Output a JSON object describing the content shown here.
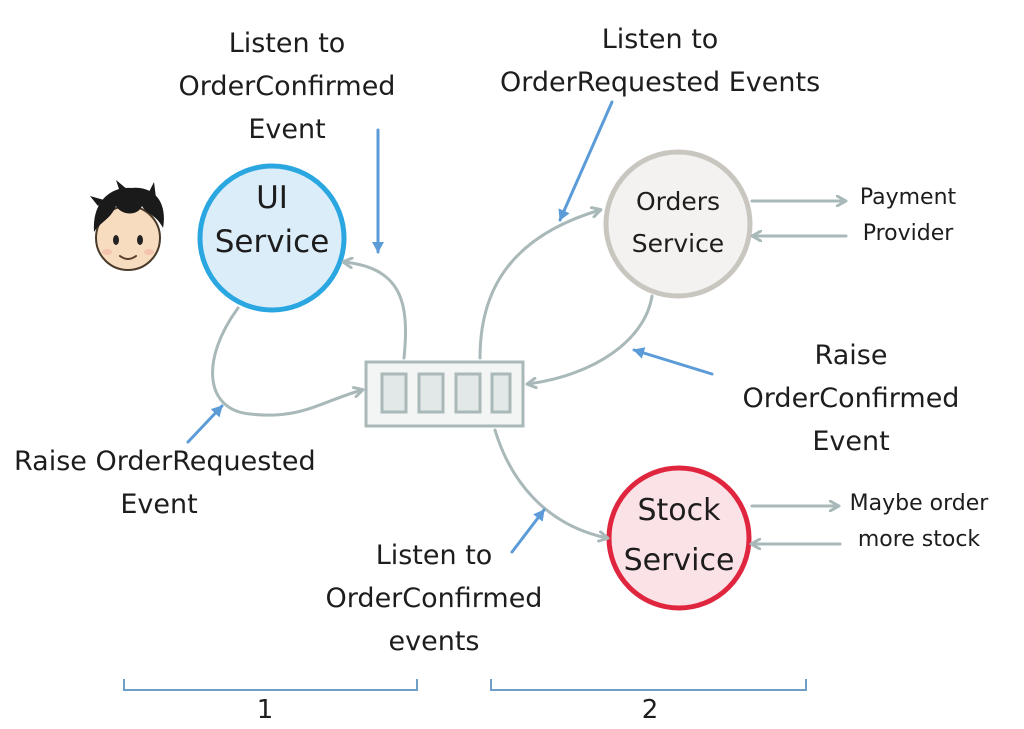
{
  "services": {
    "ui": {
      "line1": "UI",
      "line2": "Service",
      "color": "#2aa6e0",
      "fill": "#dcedfa"
    },
    "orders": {
      "line1": "Orders",
      "line2": "Service",
      "color": "#c9c6c0",
      "fill": "#f3f2f0"
    },
    "stock": {
      "line1": "Stock",
      "line2": "Service",
      "color": "#e0263f",
      "fill": "#fbe2e6"
    }
  },
  "labels": {
    "ui_listen": [
      "Listen to",
      "OrderConfirmed",
      "Event"
    ],
    "orders_listen": [
      "Listen to",
      "OrderRequested Events"
    ],
    "raise_requested": [
      "Raise OrderRequested",
      "Event"
    ],
    "raise_confirmed": [
      "Raise",
      "OrderConfirmed",
      "Event"
    ],
    "stock_listen": [
      "Listen to",
      "OrderConfirmed",
      "events"
    ],
    "payment": [
      "Payment",
      "Provider"
    ],
    "maybe_order": [
      "Maybe order",
      "more stock"
    ]
  },
  "brackets": {
    "left": "1",
    "right": "2"
  },
  "colors": {
    "flow_arrow": "#a9b8b8",
    "annotation_arrow": "#5b9bd8",
    "bracket": "#6f9fc8"
  },
  "icons": {
    "user": "user-avatar-icon",
    "queue": "message-queue-icon"
  }
}
